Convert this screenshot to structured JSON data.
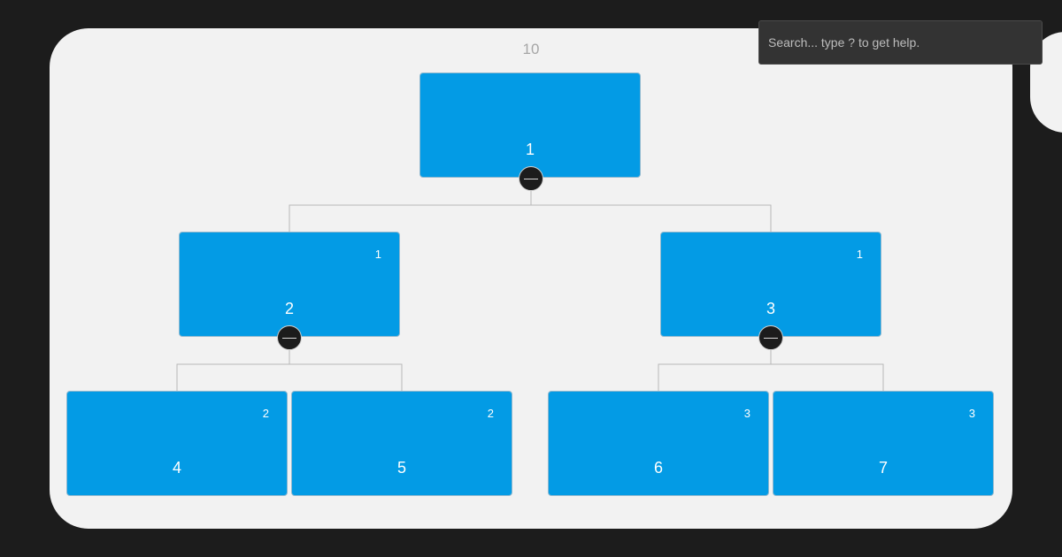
{
  "root_label": "10",
  "search": {
    "placeholder": "Search... type ? to get help."
  },
  "nodes": [
    {
      "id": "1",
      "parent": ""
    },
    {
      "id": "2",
      "parent": "1"
    },
    {
      "id": "3",
      "parent": "1"
    },
    {
      "id": "4",
      "parent": "2"
    },
    {
      "id": "5",
      "parent": "2"
    },
    {
      "id": "6",
      "parent": "3"
    },
    {
      "id": "7",
      "parent": "3"
    }
  ],
  "colors": {
    "node_fill": "#039be5",
    "background": "#1c1c1c",
    "canvas": "#f2f2f2",
    "link": "#b8b8b8"
  },
  "icons": {
    "collapse_toggle": "minus-circle-icon"
  }
}
